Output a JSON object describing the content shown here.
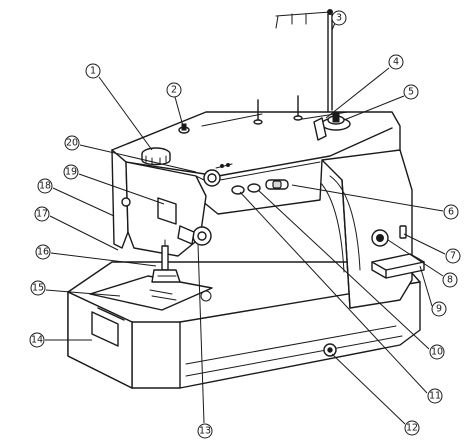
{
  "callouts": [
    {
      "id": 1,
      "label": "1"
    },
    {
      "id": 2,
      "label": "2"
    },
    {
      "id": 3,
      "label": "3"
    },
    {
      "id": 4,
      "label": "4"
    },
    {
      "id": 5,
      "label": "5"
    },
    {
      "id": 6,
      "label": "6"
    },
    {
      "id": 7,
      "label": "7"
    },
    {
      "id": 8,
      "label": "8"
    },
    {
      "id": 9,
      "label": "9"
    },
    {
      "id": 10,
      "label": "10"
    },
    {
      "id": 11,
      "label": "11"
    },
    {
      "id": 12,
      "label": "12"
    },
    {
      "id": 13,
      "label": "13"
    },
    {
      "id": 14,
      "label": "14"
    },
    {
      "id": 15,
      "label": "15"
    },
    {
      "id": 16,
      "label": "16"
    },
    {
      "id": 17,
      "label": "17"
    },
    {
      "id": 18,
      "label": "18"
    },
    {
      "id": 19,
      "label": "19"
    },
    {
      "id": 20,
      "label": "20"
    }
  ]
}
